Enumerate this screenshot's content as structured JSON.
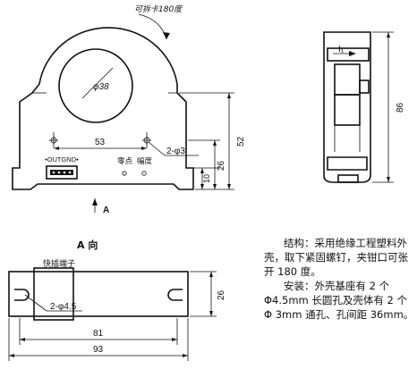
{
  "front_view": {
    "rotate_note": "可拆卡180度",
    "hole_dia": "φ38",
    "hole_spacing": "53",
    "hole_callout": "2-φ3",
    "connector_label": "•OUTGND•",
    "zero_label": "零点",
    "range_label": "幅度",
    "dim_height": "52",
    "dim_26": "26",
    "dim_10": "10",
    "view_arrow": "A"
  },
  "side_view": {
    "current_label": "I₁",
    "dim_86": "86"
  },
  "bottom_view": {
    "title": "A 向",
    "terminal_label": "快插端子",
    "hole_callout": "2-φ4.5",
    "dim_26": "26",
    "dim_81": "81",
    "dim_93": "93"
  },
  "notes": {
    "structure": "结构：采用绝缘工程塑料外壳，取下紧固螺钉，夹钳口可张开 180 度。",
    "install": "安装：外壳基座有 2 个 Φ4.5mm 长圆孔及壳体有 2 个 Φ 3mm 通孔、孔间距 36mm。"
  }
}
